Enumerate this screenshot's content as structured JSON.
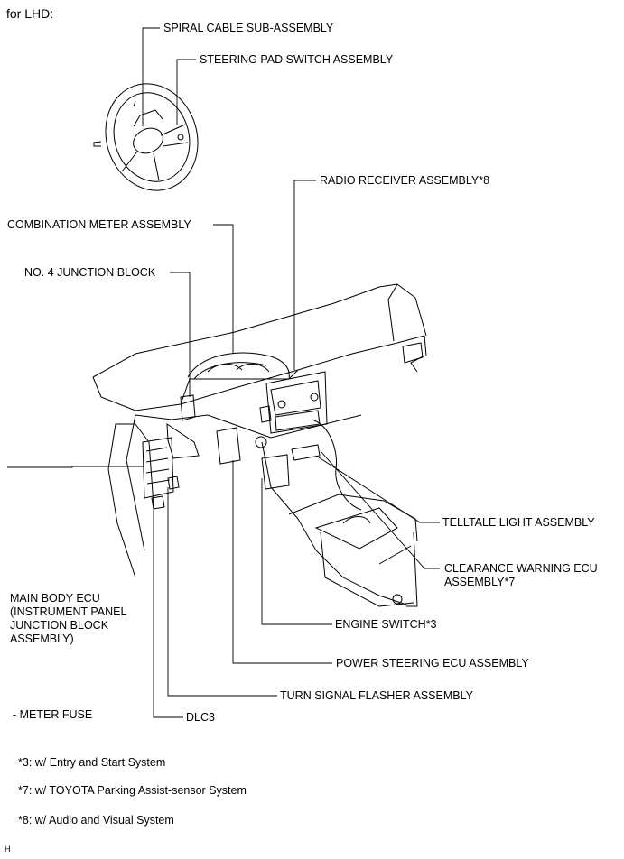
{
  "header": "for LHD:",
  "labels": {
    "spiral_cable": "SPIRAL CABLE SUB-ASSEMBLY",
    "steering_pad": "STEERING PAD SWITCH ASSEMBLY",
    "radio_receiver": "RADIO RECEIVER ASSEMBLY*8",
    "combination_meter": "COMBINATION METER ASSEMBLY",
    "junction_block_4": "NO. 4 JUNCTION BLOCK",
    "telltale_light": "TELLTALE LIGHT ASSEMBLY",
    "clearance_warning": [
      "CLEARANCE WARNING ECU",
      "ASSEMBLY*7"
    ],
    "main_body_ecu": [
      "MAIN BODY ECU",
      "(INSTRUMENT PANEL",
      "JUNCTION BLOCK",
      "ASSEMBLY)"
    ],
    "engine_switch": "ENGINE SWITCH*3",
    "power_steering": "POWER STEERING ECU ASSEMBLY",
    "turn_signal": "TURN SIGNAL FLASHER ASSEMBLY",
    "meter_fuse": "- METER FUSE",
    "dlc3": "DLC3"
  },
  "notes": [
    "*3: w/ Entry and Start System",
    "*7: w/ TOYOTA Parking Assist-sensor System",
    "*8: w/ Audio and Visual System"
  ],
  "corner_mark": "H"
}
